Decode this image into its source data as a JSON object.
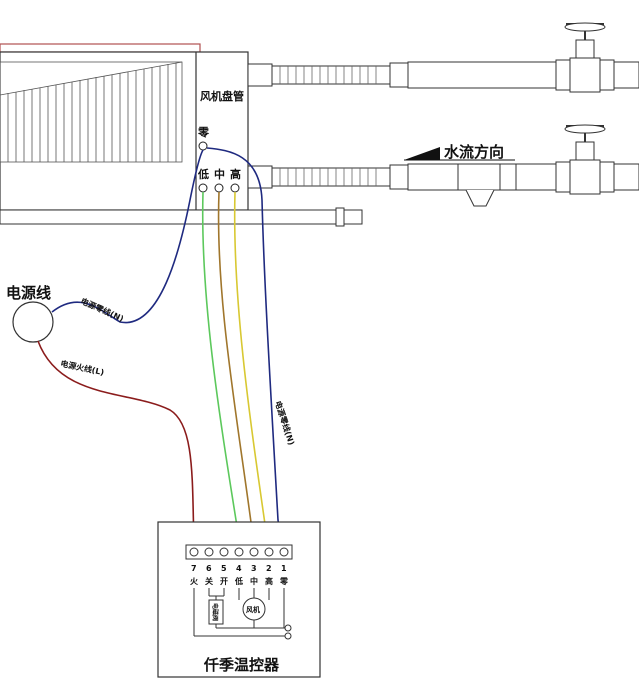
{
  "unit": {
    "name": "风机盘管",
    "terminals": {
      "neutral": "零",
      "low": "低",
      "mid": "中",
      "high": "高"
    }
  },
  "flow_direction": "水流方向",
  "power_cord": "电源线",
  "wires": {
    "neutral_upper": "电源零线(N)",
    "live": "电源火线(L)",
    "neutral_lower": "电源零线(N)"
  },
  "thermostat": {
    "title": "仟季温控器",
    "terminal_numbers": [
      "7",
      "6",
      "5",
      "4",
      "3",
      "2",
      "1"
    ],
    "terminal_labels": [
      "火",
      "关",
      "开",
      "低",
      "中",
      "高",
      "零"
    ],
    "valve_label": "电磁阀",
    "fan_label": "风机"
  },
  "colors": {
    "neutral_wire": "#1f2a80",
    "live_wire": "#8b1c1c",
    "low_wire": "#5cc85c",
    "mid_wire": "#a0762c",
    "high_wire": "#d8c832"
  }
}
